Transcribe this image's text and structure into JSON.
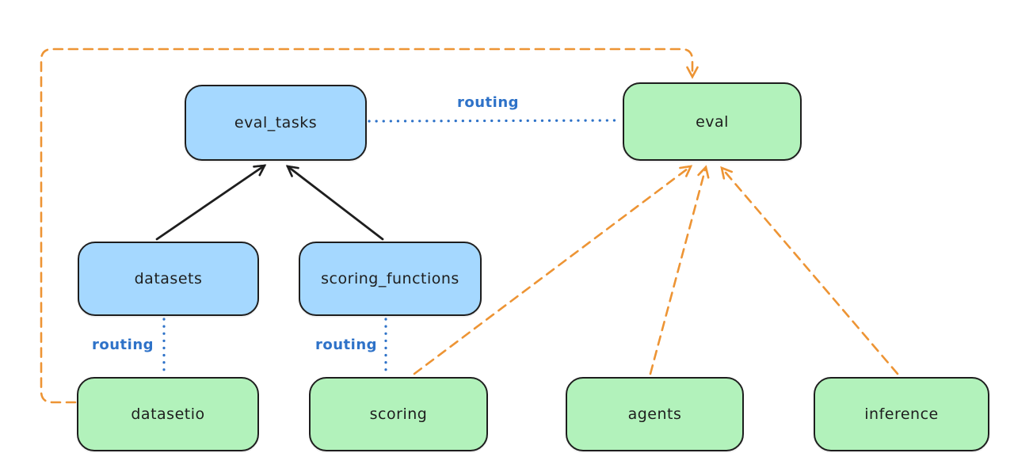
{
  "diagram": {
    "background": "#ffffff",
    "colors": {
      "api_box_fill": "#a5d8ff",
      "provider_box_fill": "#b2f2bb",
      "box_stroke": "#1e1e1e",
      "solid_arrow": "#1e1e1e",
      "dashed_arrow_orange": "#ed9434",
      "routing_blue": "#2e72c8"
    },
    "nodes": [
      {
        "id": "eval_tasks",
        "label": "eval_tasks",
        "fill": "#a5d8ff"
      },
      {
        "id": "eval",
        "label": "eval",
        "fill": "#b2f2bb"
      },
      {
        "id": "datasets",
        "label": "datasets",
        "fill": "#a5d8ff"
      },
      {
        "id": "scoring_functions",
        "label": "scoring_functions",
        "fill": "#a5d8ff"
      },
      {
        "id": "datasetio",
        "label": "datasetio",
        "fill": "#b2f2bb"
      },
      {
        "id": "scoring",
        "label": "scoring",
        "fill": "#b2f2bb"
      },
      {
        "id": "agents",
        "label": "agents",
        "fill": "#b2f2bb"
      },
      {
        "id": "inference",
        "label": "inference",
        "fill": "#b2f2bb"
      }
    ],
    "edge_labels": [
      {
        "id": "routing-eval_tasks-eval",
        "text": "routing"
      },
      {
        "id": "routing-datasets-datasetio",
        "text": "routing"
      },
      {
        "id": "routing-scoringfns-scoring",
        "text": "routing"
      }
    ]
  }
}
